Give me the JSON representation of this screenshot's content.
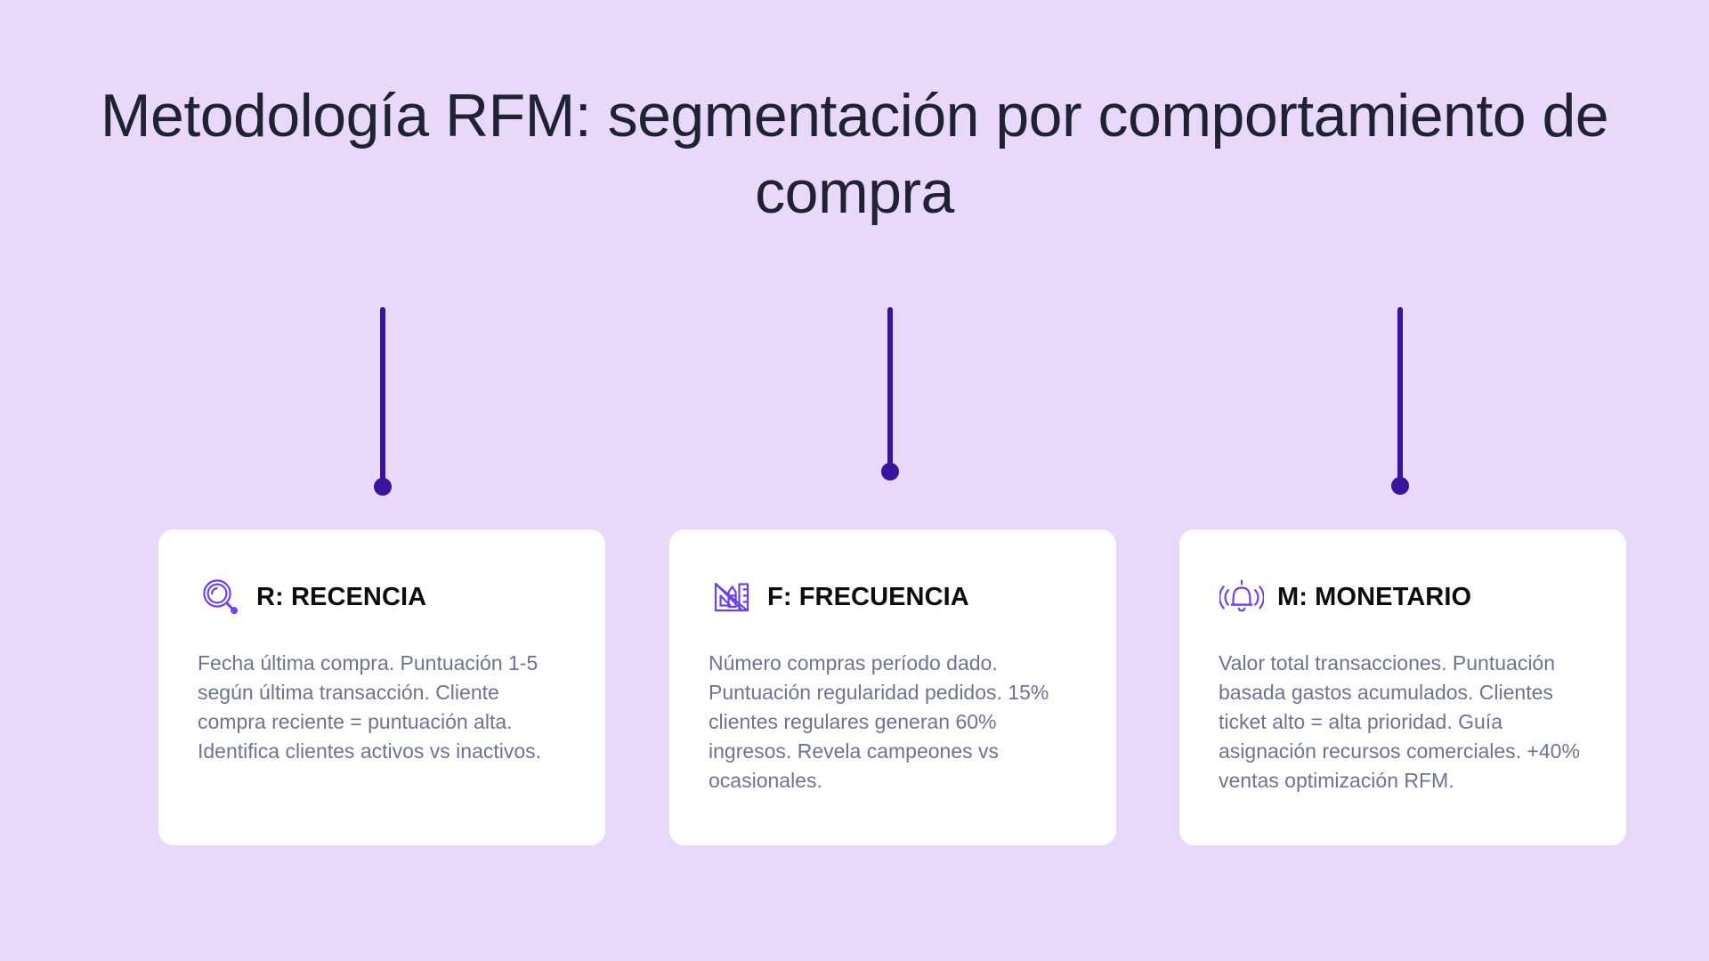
{
  "slide": {
    "title": "Metodología RFM: segmentación por comportamiento de compra",
    "background_color": "#e8d9fb",
    "accent_color": "#6c41e8",
    "connector_color": "#3a149c",
    "title_color": "#1f2233",
    "card_background": "#ffffff",
    "body_text_color": "#6f748c"
  },
  "cards": [
    {
      "icon": "magnifier-icon",
      "title": "R: RECENCIA",
      "body": "Fecha última compra. Puntuación 1-5 según última transacción. Cliente compra reciente = puntuación alta. Identifica clientes activos vs inactivos."
    },
    {
      "icon": "ruler-pencil-icon",
      "title": "F: FRECUENCIA",
      "body": "Número compras período dado. Puntuación regularidad pedidos. 15% clientes regulares generan 60% ingresos. Revela campeones vs ocasionales."
    },
    {
      "icon": "ringing-bell-icon",
      "title": "M: MONETARIO",
      "body": "Valor total transacciones. Puntuación basada gastos acumulados. Clientes ticket alto = alta prioridad. Guía asignación recursos comerciales. +40% ventas optimización RFM."
    }
  ]
}
